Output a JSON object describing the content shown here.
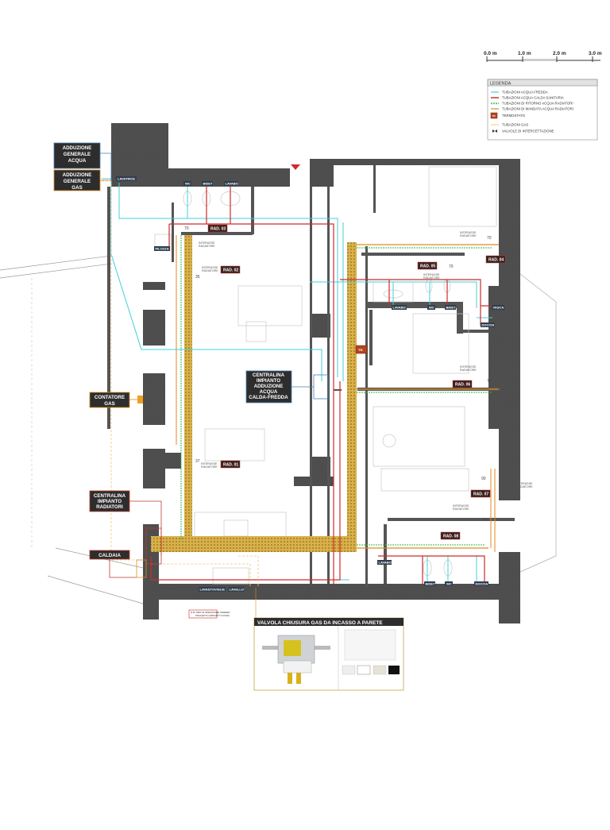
{
  "scale_bar": {
    "labels": [
      "0.0 m",
      "1.0 m",
      "2.0 m",
      "3.0 m"
    ]
  },
  "legend": {
    "title": "LEGENDA",
    "items": [
      {
        "label": "TUBAZIONI ACQUA FREDDA",
        "color": "#3fd0d8"
      },
      {
        "label": "TUBAZIONI ACQUA CALDA SANITARIA",
        "color": "#c0392b"
      },
      {
        "label": "TUBAZIONI DI RITORNO ACQUA RADIATORI",
        "color": "#2eb84a"
      },
      {
        "label": "TUBAZIONI DI MANDATA ACQUA RADIATORI",
        "color": "#e08a1e"
      },
      {
        "label": "TERMOSTATO",
        "symbol": "TR."
      },
      {
        "label": "TUBAZIONI GAS",
        "color": "#f3c77a"
      },
      {
        "label": "VALVOLE DI INTERCETTAZIONE",
        "symbol": "valve"
      }
    ]
  },
  "callouts": {
    "adduzione_acqua": [
      "ADDUZIONE",
      "GENERALE",
      "ACQUA"
    ],
    "adduzione_gas": [
      "ADDUZIONE",
      "GENERALE",
      "GAS"
    ],
    "contatore_gas": [
      "CONTATORE",
      "GAS"
    ],
    "centralina_acqua": [
      "CENTRALINA",
      "IMPIANTO",
      "ADDUZIONE",
      "ACQUA",
      "CALDA-FREDDA"
    ],
    "centralina_radiatori": [
      "CENTRALINA",
      "IMPIANTO",
      "RADIATORI"
    ],
    "caldaia": "CALDAIA"
  },
  "fixtures": {
    "lavatrice": "LAVATRICE",
    "wc1": "WC",
    "bidet1": "BIDET",
    "lavabo1": "LAVABO",
    "pilozza": "PILOZZA",
    "lavabo2": "LAVABO",
    "wc2": "WC",
    "bidet2": "BIDET",
    "vasca": "VASCA",
    "doccia1": "DOCCIA",
    "lavabo3": "LAVABO",
    "bidet3": "BIDET",
    "wc3": "WC",
    "doccia2": "DOCCIA",
    "lavastoviglie": "LAVASTOVIGLIE",
    "lavello": "LAVELLO",
    "termostato": "TR."
  },
  "radiators": [
    "RAD. 01",
    "RAD. 02",
    "RAD. 03",
    "RAD. 04",
    "RAD. 05",
    "RAD. 06",
    "RAD. 07",
    "RAD. 08"
  ],
  "interasse": [
    "INTERASSE",
    "RADIATORE"
  ],
  "dimensions": {
    "d70": "70",
    "d90": "90",
    "d35": "35",
    "d37": "37"
  },
  "note": [
    "N.B. PER LE SPECIFICHE VEDERE",
    "PROGETTO IMPIANTI CUCINA"
  ],
  "gas_valve_panel": {
    "title": "VALVOLA CHIUSURA GAS DA INCASSO A PARETE"
  }
}
